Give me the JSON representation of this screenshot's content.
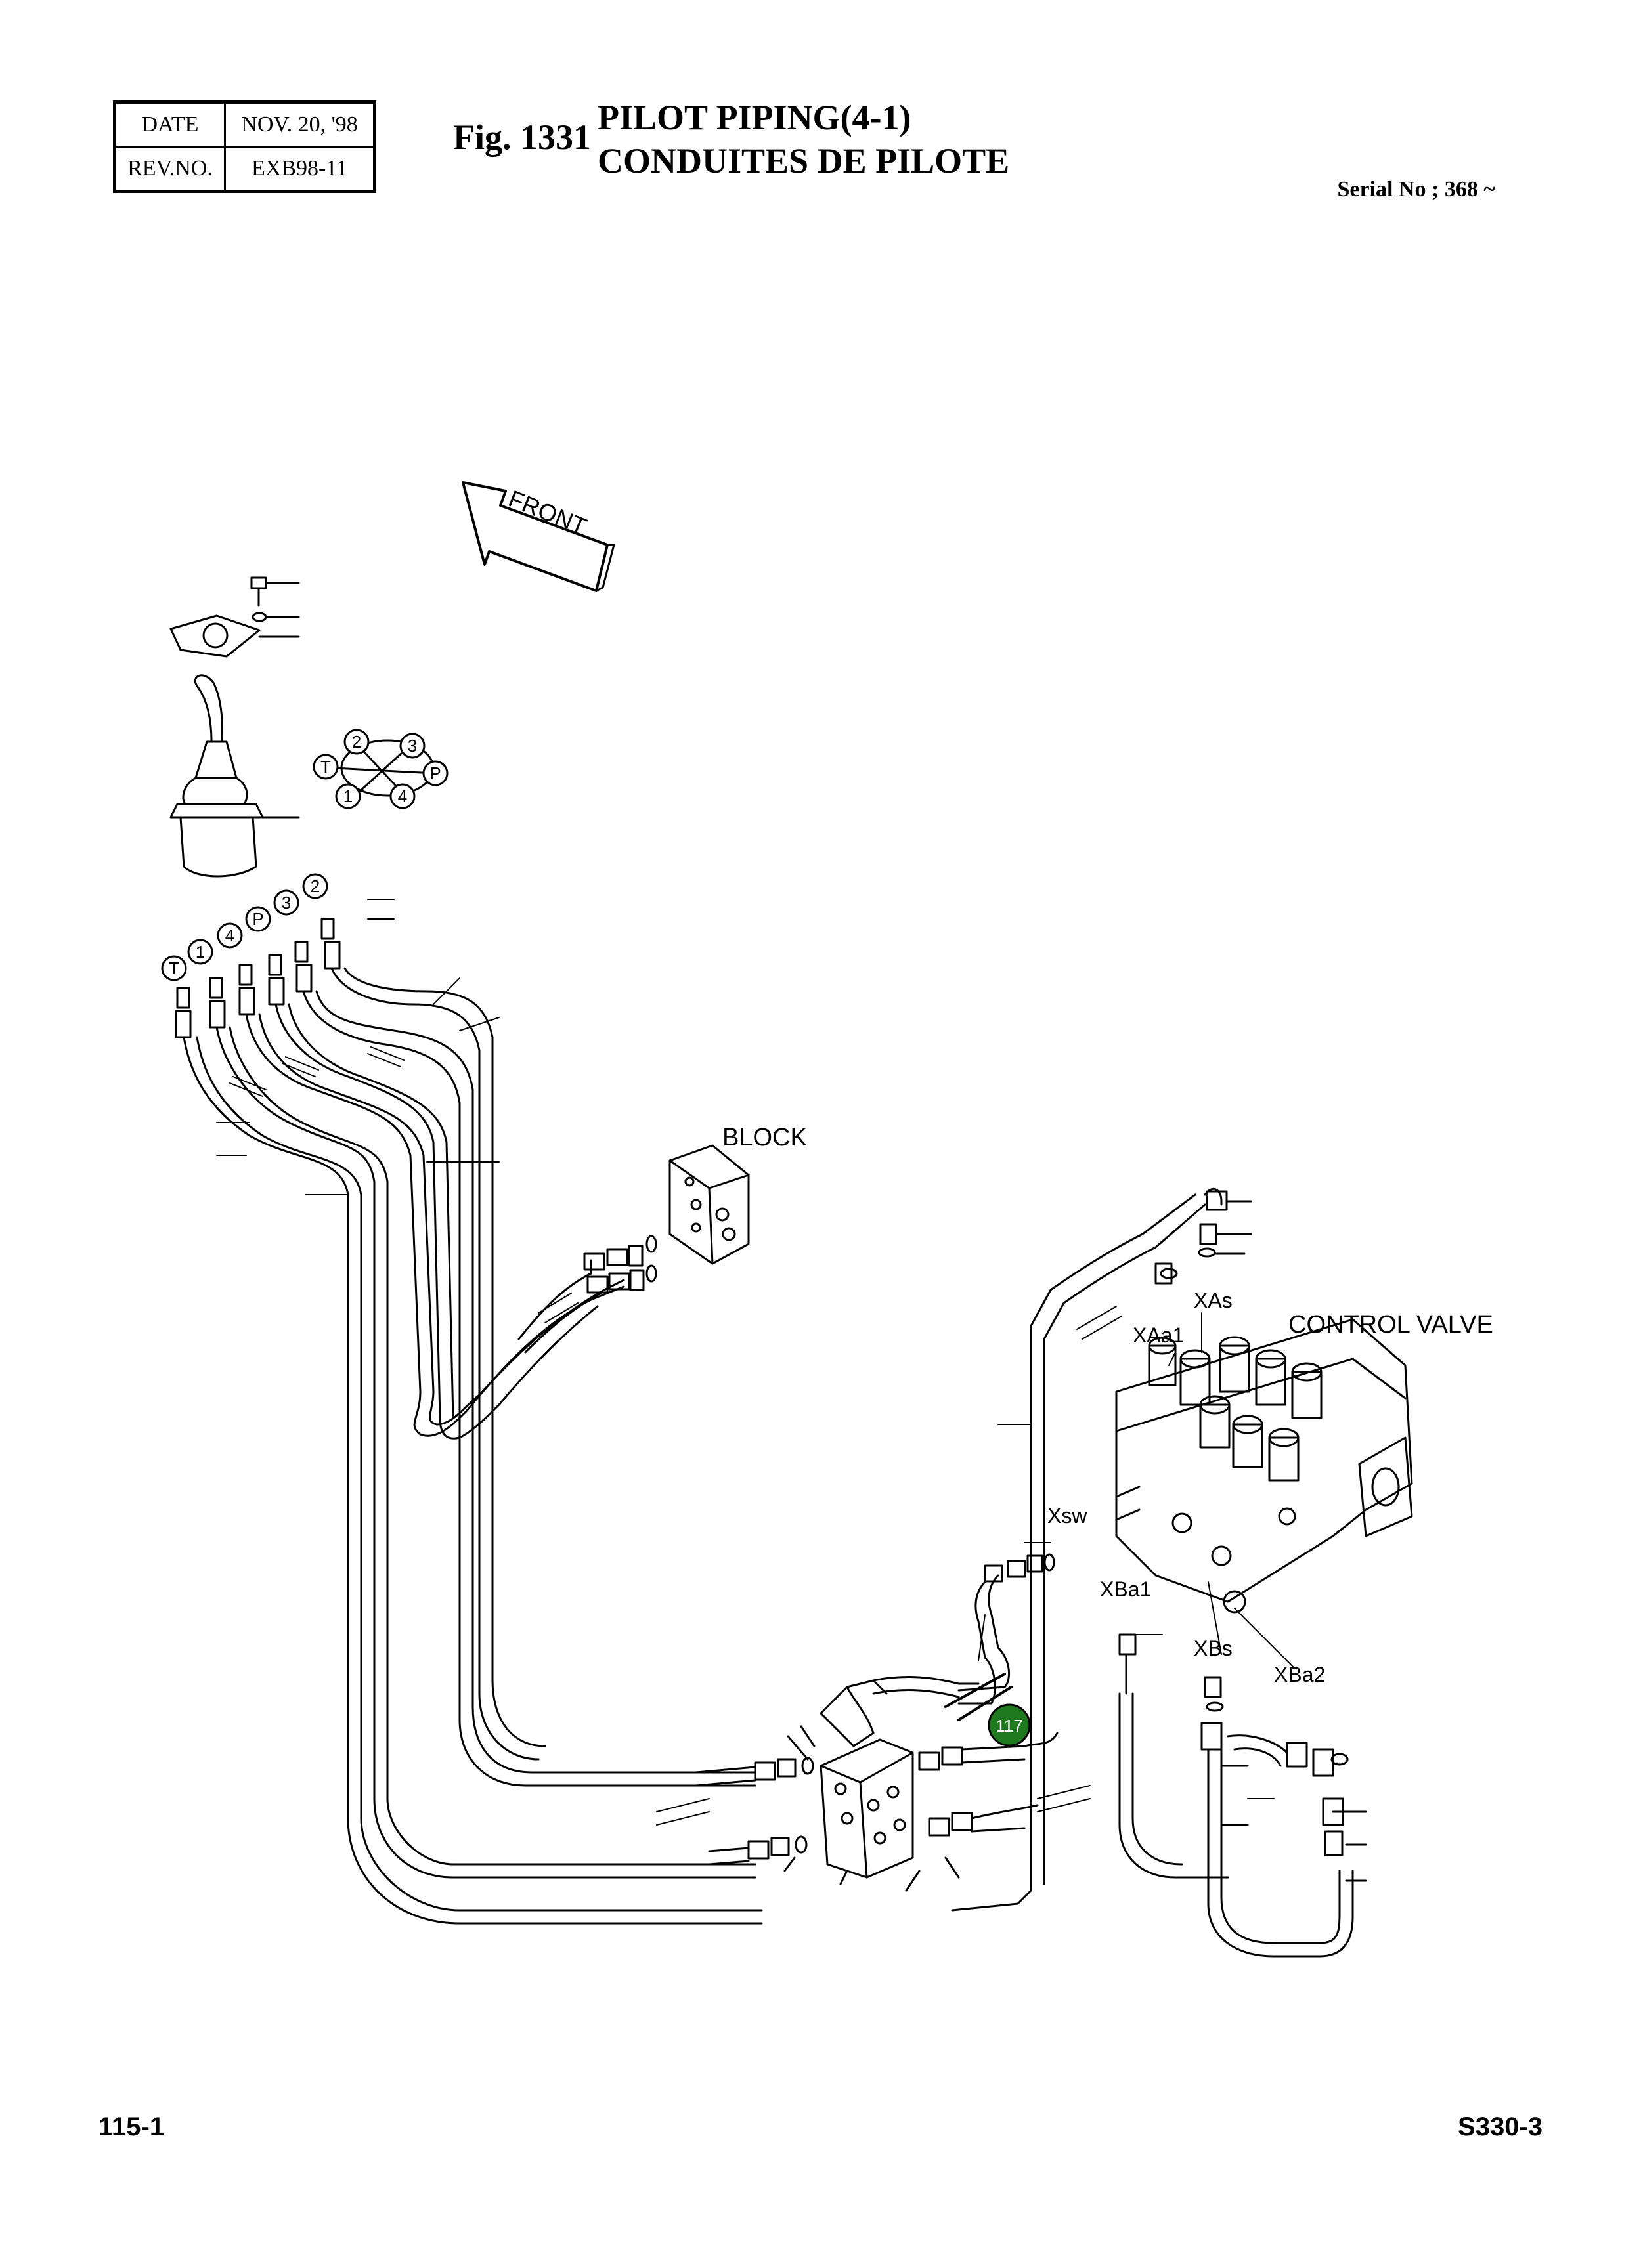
{
  "header": {
    "date_label": "DATE",
    "date_value": "NOV. 20, '98",
    "rev_label": "REV.NO.",
    "rev_value": "EXB98-11",
    "fig_label": "Fig. 1331",
    "title_en": "PILOT PIPING(4-1)",
    "title_fr": "CONDUITES DE PILOTE",
    "serial": "Serial No ; 368 ~"
  },
  "diagram": {
    "front_label": "FRONT",
    "port_labels": [
      "2",
      "3",
      "T",
      "P",
      "1",
      "4"
    ],
    "hose_port_labels": [
      "T",
      "1",
      "4",
      "P",
      "3",
      "2"
    ],
    "block_label": "BLOCK",
    "control_valve_label": "CONTROL VALVE",
    "valve_ports": {
      "xas": "XAs",
      "xaa1": "XAa1",
      "xsw": "Xsw",
      "xba1": "XBa1",
      "xbs": "XBs",
      "xba2": "XBa2"
    },
    "callout": "117",
    "callout_color": "#1f7a1f"
  },
  "footer": {
    "page": "115-1",
    "model": "S330-3"
  }
}
